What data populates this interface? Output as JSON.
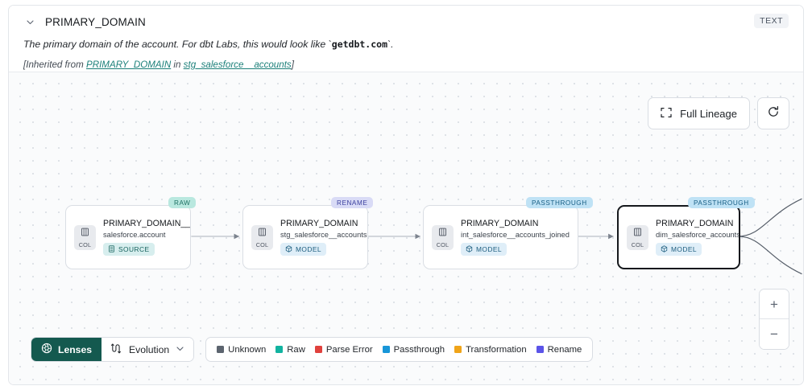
{
  "header": {
    "chevron_icon": "chevron-down-icon",
    "column_name": "PRIMARY_DOMAIN",
    "type_badge": "TEXT",
    "description_prefix": "The primary domain of the account. For dbt Labs, this would look like `",
    "description_code": "getdbt.com",
    "description_suffix": "`.",
    "inherited_open": "[Inherited from ",
    "inherited_column": "PRIMARY_DOMAIN",
    "inherited_mid": " in ",
    "inherited_model": "stg_salesforce__accounts",
    "inherited_close": "]"
  },
  "controls": {
    "full_lineage_label": "Full Lineage",
    "full_lineage_icon": "expand-corners-icon",
    "refresh_icon": "refresh-icon",
    "zoom_in": "+",
    "zoom_out": "−"
  },
  "graph": {
    "nodes": [
      {
        "pill": "RAW",
        "pill_class": "raw",
        "col_label": "COL",
        "title": "PRIMARY_DOMAIN__C",
        "subtitle": "salesforce.account",
        "tag": "SOURCE",
        "tag_class": "source",
        "tag_icon": "database-icon",
        "selected": false
      },
      {
        "pill": "RENAME",
        "pill_class": "rename",
        "col_label": "COL",
        "title": "PRIMARY_DOMAIN",
        "subtitle": "stg_salesforce__accounts",
        "tag": "MODEL",
        "tag_class": "model",
        "tag_icon": "cube-icon",
        "selected": false
      },
      {
        "pill": "PASSTHROUGH",
        "pill_class": "passthrough",
        "col_label": "COL",
        "title": "PRIMARY_DOMAIN",
        "subtitle": "int_salesforce__accounts_joined",
        "tag": "MODEL",
        "tag_class": "model",
        "tag_icon": "cube-icon",
        "selected": false
      },
      {
        "pill": "PASSTHROUGH",
        "pill_class": "passthrough",
        "col_label": "COL",
        "title": "PRIMARY_DOMAIN",
        "subtitle": "dim_salesforce_accounts",
        "tag": "MODEL",
        "tag_class": "model",
        "tag_icon": "cube-icon",
        "selected": true
      }
    ]
  },
  "toolbar": {
    "lenses_label": "Lenses",
    "lenses_icon": "aperture-icon",
    "evolution_label": "Evolution",
    "evolution_icon": "flow-icon",
    "evolution_caret_icon": "chevron-down-icon",
    "legend": [
      {
        "label": "Unknown",
        "color": "#5c646f"
      },
      {
        "label": "Raw",
        "color": "#12b3a0"
      },
      {
        "label": "Parse Error",
        "color": "#e0413d"
      },
      {
        "label": "Passthrough",
        "color": "#1896d8"
      },
      {
        "label": "Transformation",
        "color": "#f0a419"
      },
      {
        "label": "Rename",
        "color": "#5b54e8"
      }
    ]
  }
}
